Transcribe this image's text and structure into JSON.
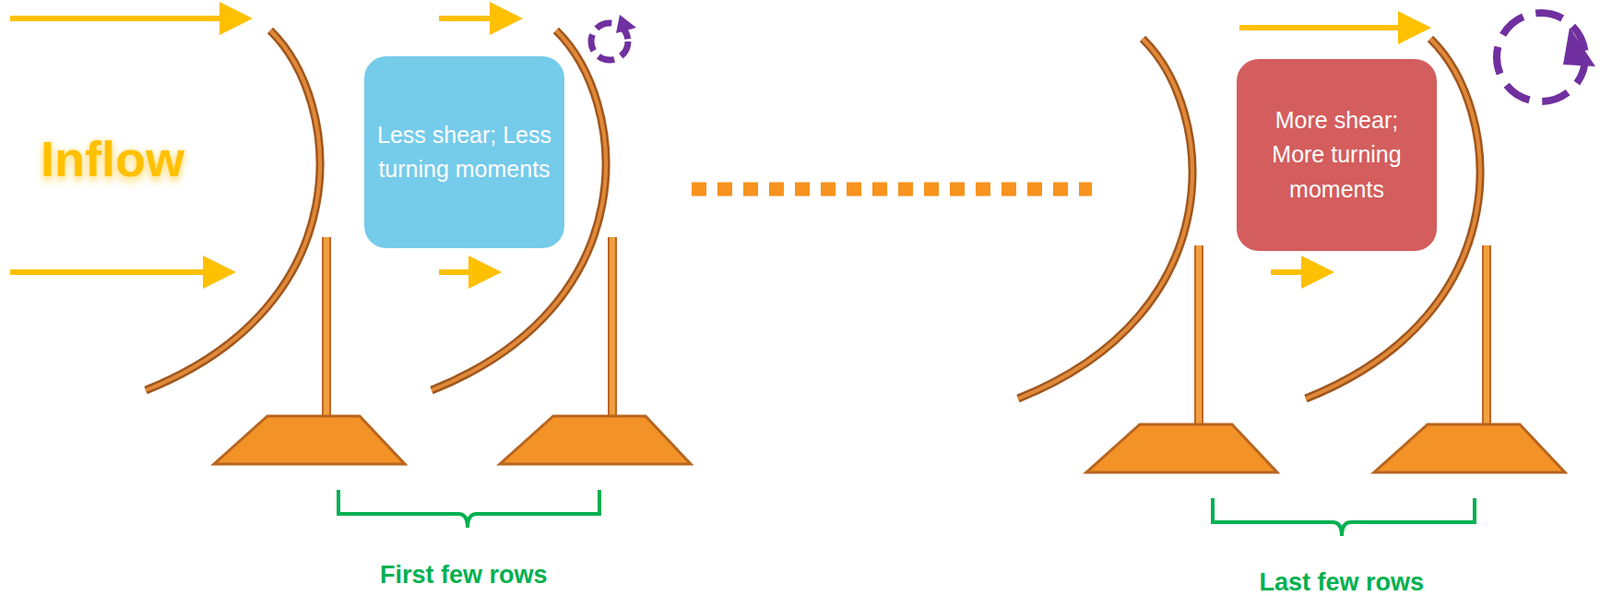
{
  "diagram": {
    "nodes": [
      {
        "text": [
          "Less shear; Less turning moments"
        ]
      },
      {
        "text": [
          "More shear; More turning moments"
        ]
      }
    ],
    "labels": [
      "Inflow",
      "First few rows",
      "Last few rows"
    ]
  }
}
